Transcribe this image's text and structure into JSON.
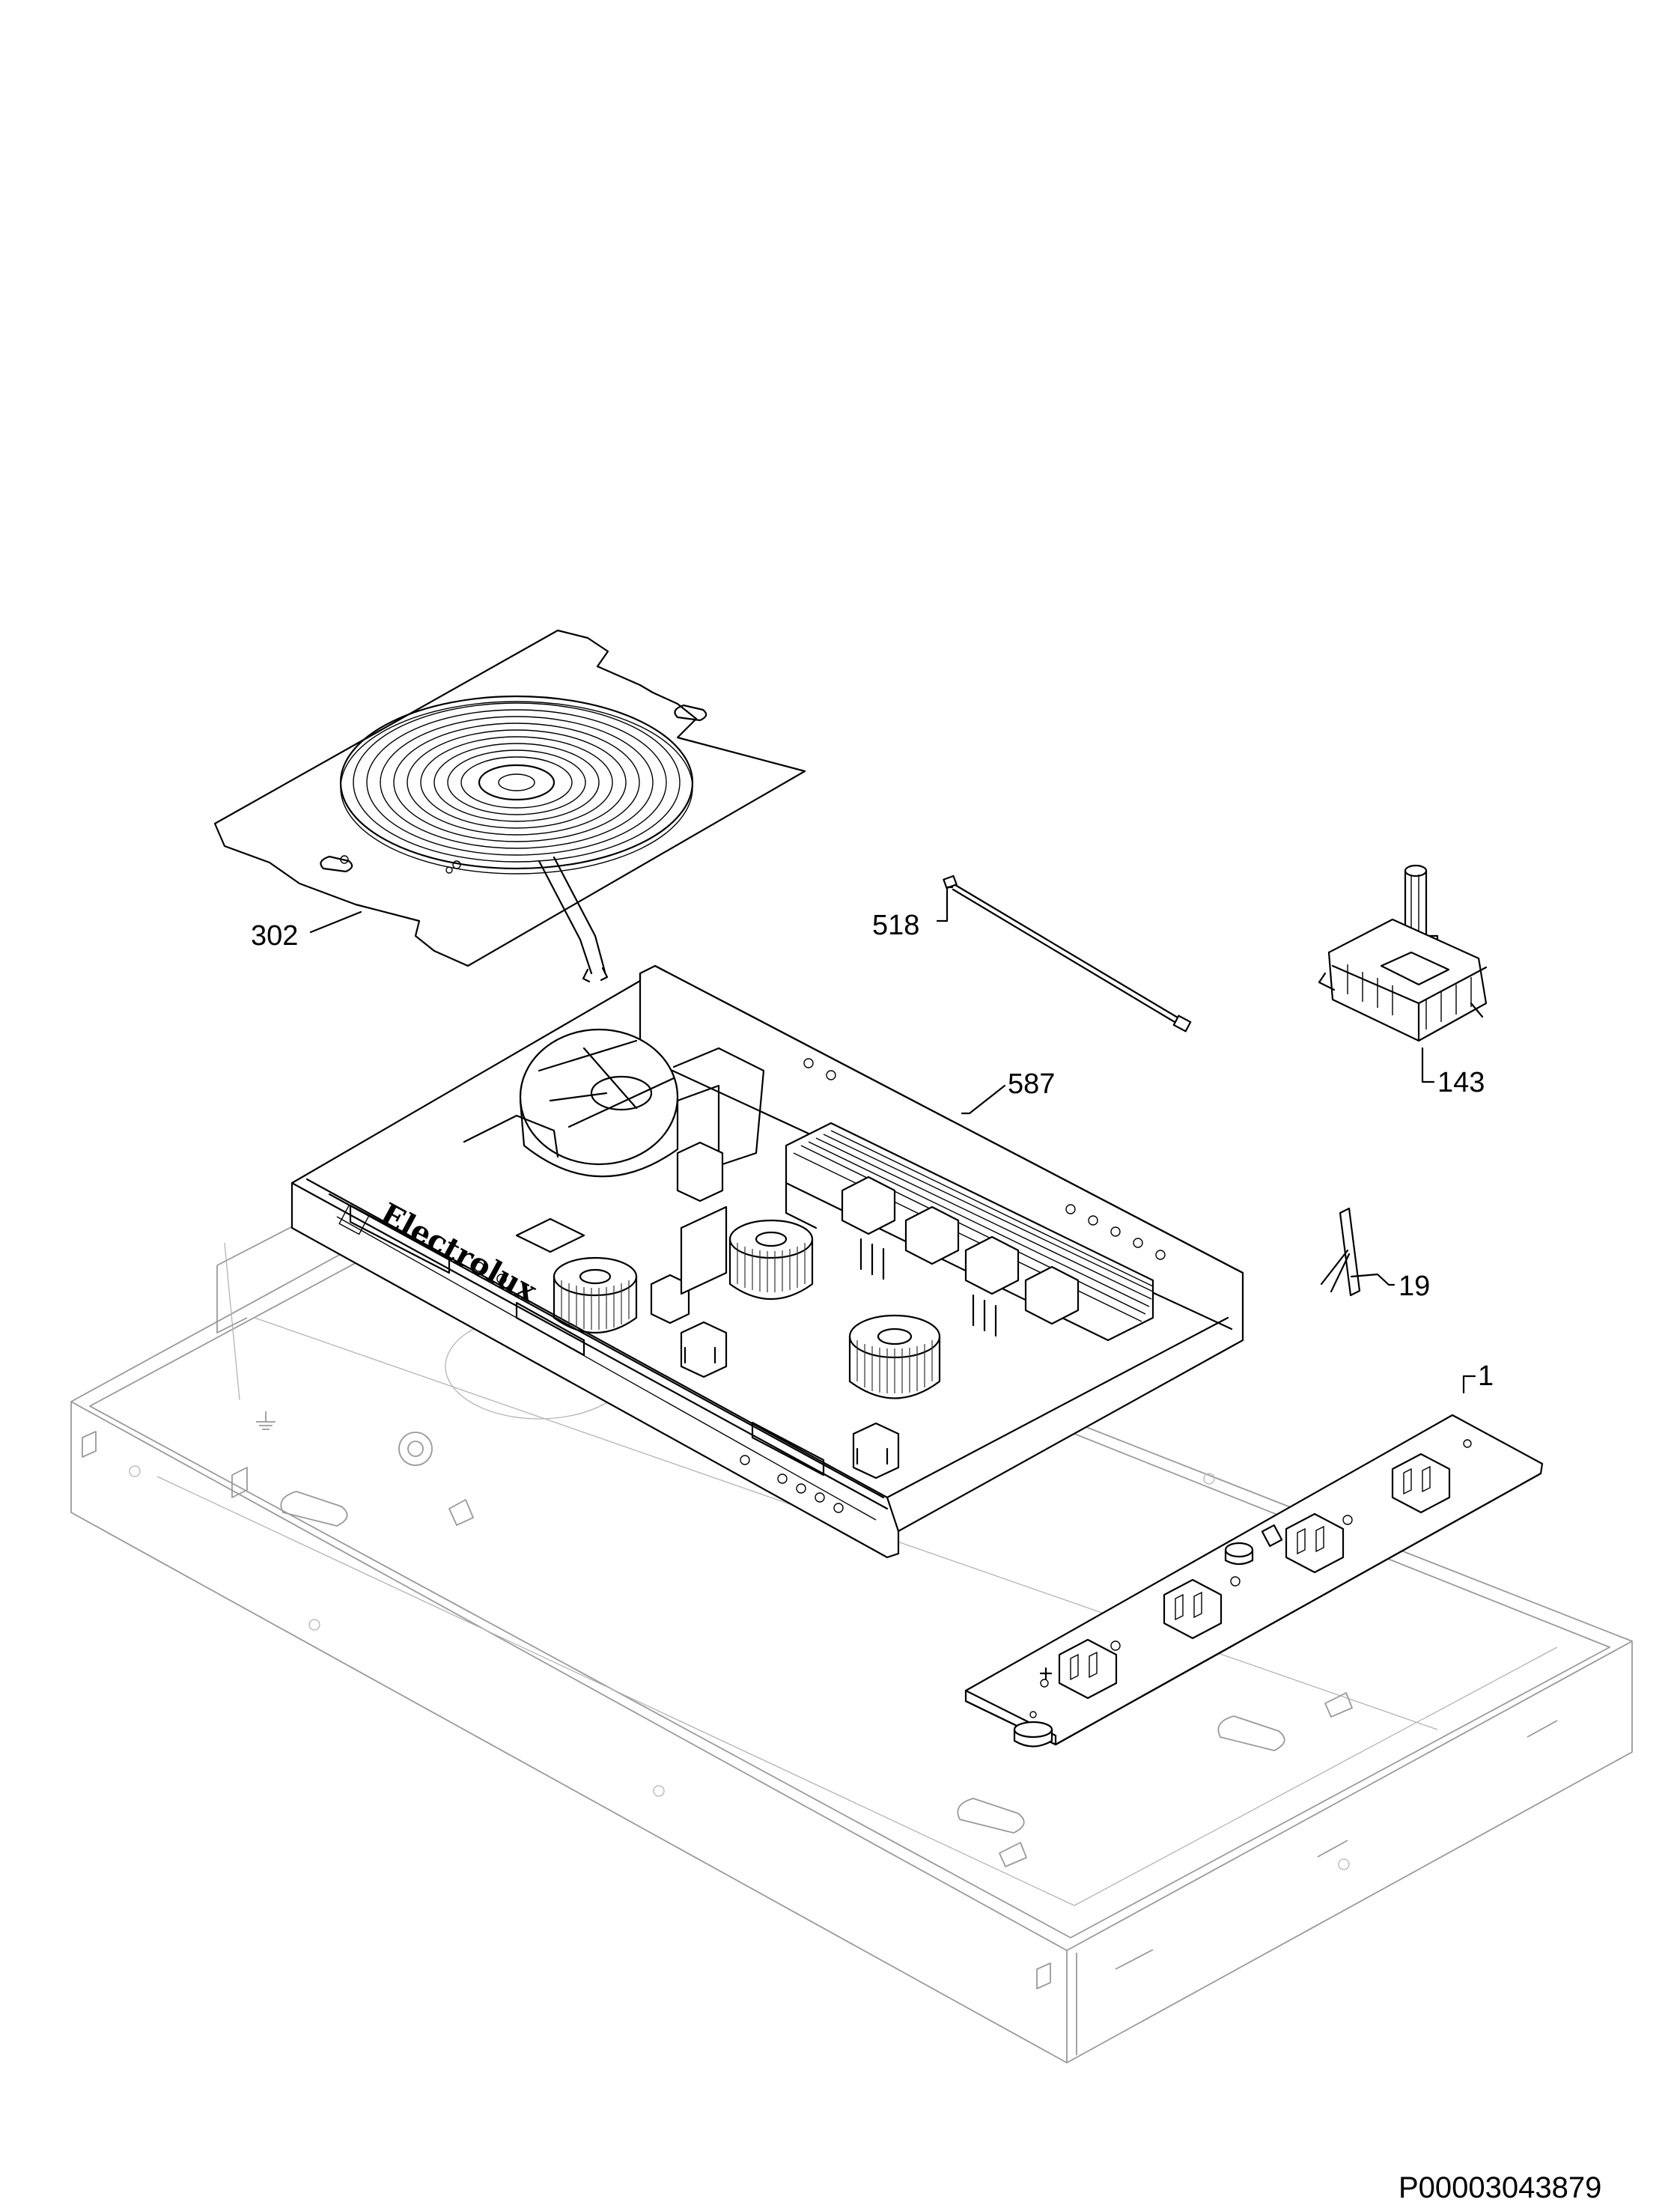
{
  "callouts": {
    "c302": "302",
    "c518": "518",
    "c143": "143",
    "c587": "587",
    "c19": "19",
    "c1": "1"
  },
  "board_brand": "Electrolux",
  "document_id": "P00003043879",
  "colors": {
    "line": "#000000",
    "housing": "#9a9a9a",
    "background": "#ffffff"
  }
}
